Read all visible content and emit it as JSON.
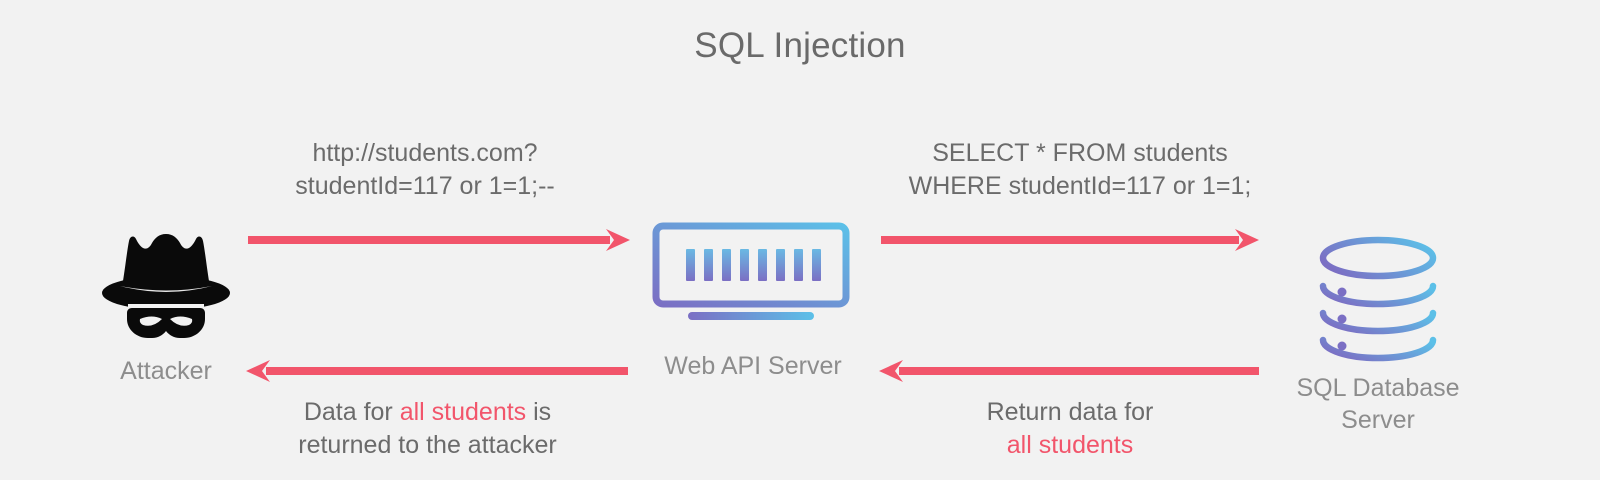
{
  "diagram": {
    "title": "SQL Injection",
    "background_color": "#f2f2f2",
    "arrow_color": "#f2556b",
    "text_color": "#6b6b6b",
    "label_color": "#8d8d8d",
    "icon_gradient_start": "#7b6fc4",
    "icon_gradient_end": "#5cc0e8"
  },
  "nodes": {
    "attacker": {
      "label": "Attacker",
      "icon": "hacker-hat-mask-icon"
    },
    "server": {
      "label": "Web API Server",
      "icon": "web-server-monitor-icon"
    },
    "database": {
      "label_line1": "SQL Database",
      "label_line2": "Server",
      "icon": "database-cylinder-icon"
    }
  },
  "messages": {
    "request_top": {
      "line1": "http://students.com?",
      "line2": "studentId=117 or 1=1;--"
    },
    "query_top": {
      "line1": "SELECT * FROM students",
      "line2": "WHERE studentId=117 or 1=1;"
    },
    "response_bottom_left": {
      "line1_pre": "Data for ",
      "line1_highlight": "all students",
      "line1_post": " is",
      "line2": "returned to the attacker"
    },
    "response_bottom_right": {
      "line1": "Return data for",
      "line2_highlight": "all students"
    }
  },
  "arrows": [
    {
      "name": "attacker-to-server",
      "direction": "right"
    },
    {
      "name": "server-to-database",
      "direction": "right"
    },
    {
      "name": "server-to-attacker",
      "direction": "left"
    },
    {
      "name": "database-to-server",
      "direction": "left"
    }
  ]
}
